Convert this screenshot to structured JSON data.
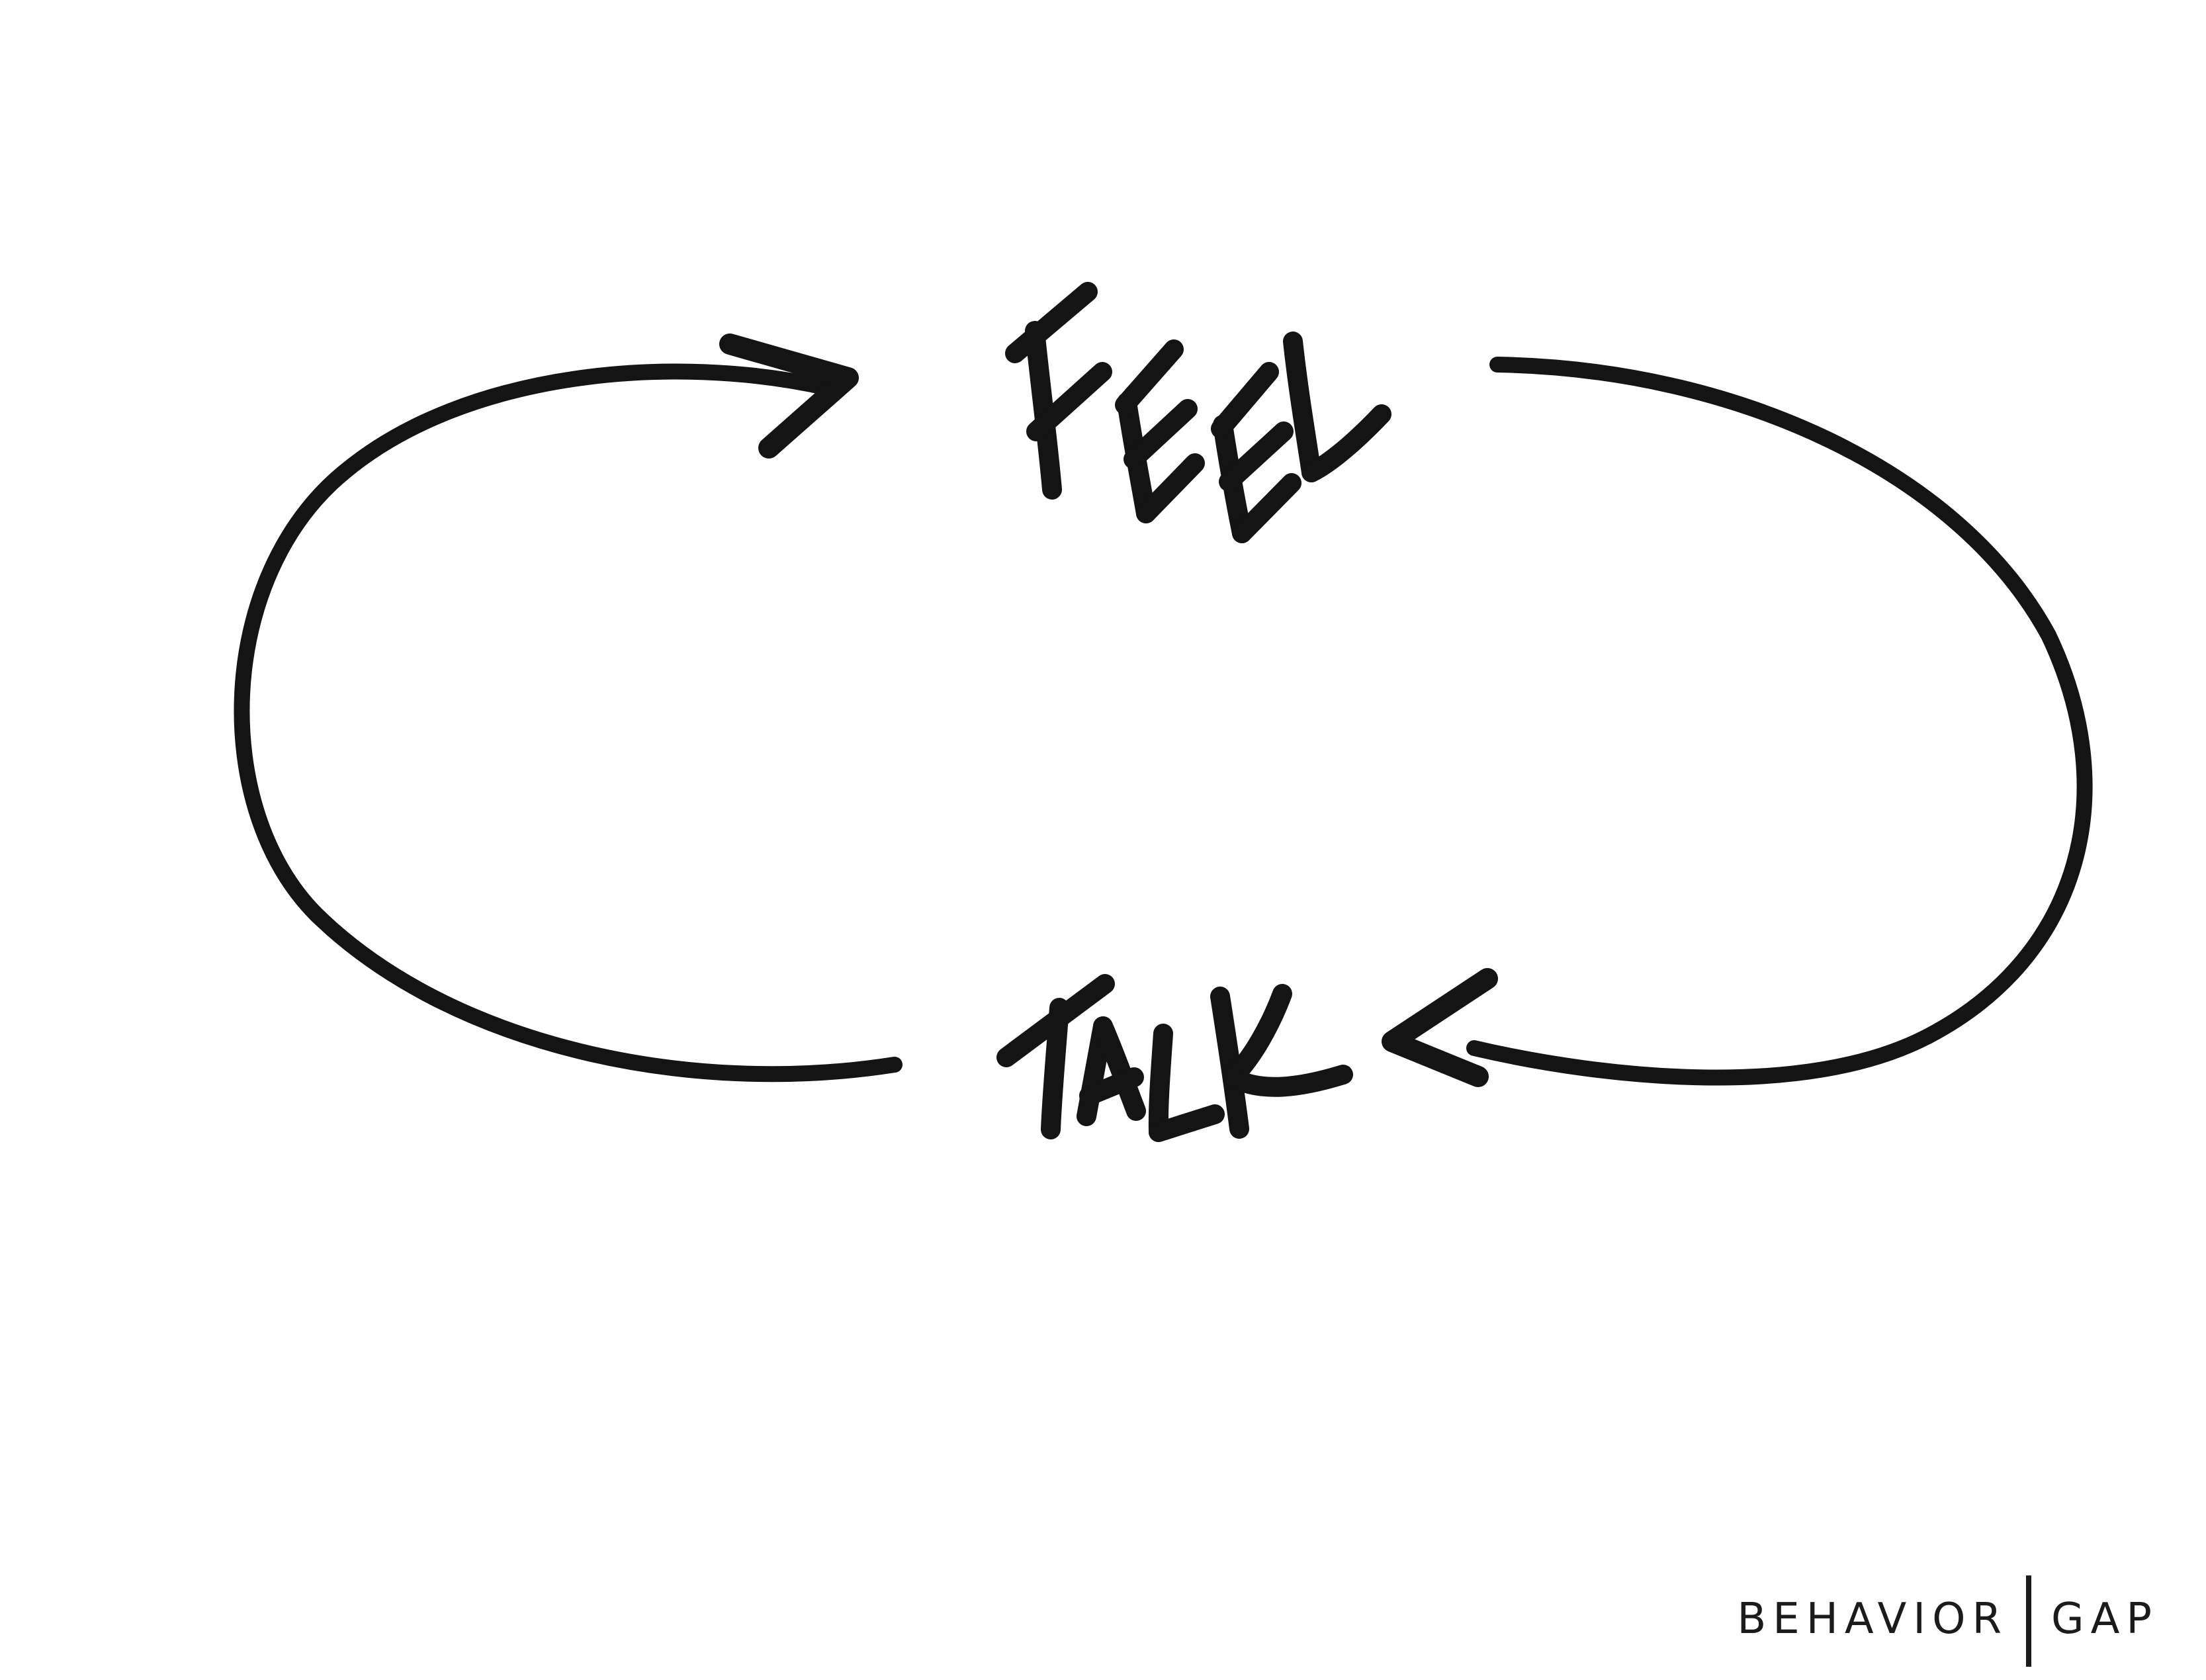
{
  "canvas": {
    "background": "#ffffff",
    "ink": "#141414"
  },
  "diagram": {
    "type": "hand-drawn-cycle-sketch",
    "nodes": [
      {
        "id": "feel",
        "label": "FEEL",
        "position": "top-center"
      },
      {
        "id": "talk",
        "label": "TALK",
        "position": "bottom-center"
      }
    ],
    "arrows": [
      {
        "id": "talk-to-feel",
        "from": "TALK",
        "to": "FEEL",
        "side": "left",
        "head": "points-right-at-FEEL"
      },
      {
        "id": "feel-to-talk",
        "from": "FEEL",
        "to": "TALK",
        "side": "right",
        "head": "points-left-at-TALK"
      }
    ],
    "cycle_direction": "clockwise"
  },
  "branding": {
    "left": "BEHAVIOR",
    "separator": "|",
    "right": "GAP"
  }
}
